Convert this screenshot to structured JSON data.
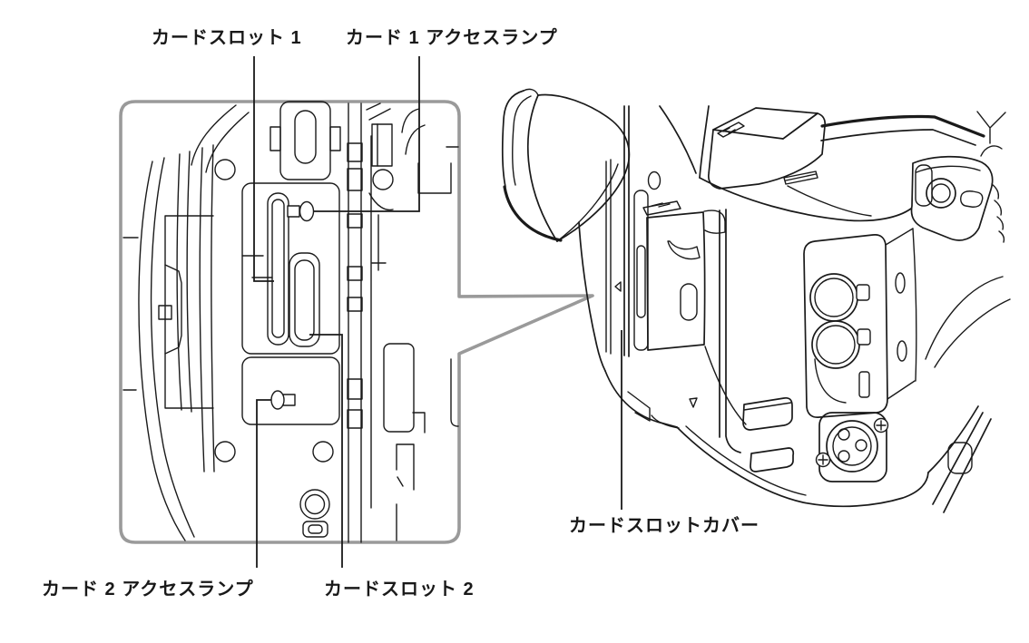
{
  "figure": {
    "background_color": "#ffffff",
    "line_color": "#1a1a1a",
    "callout_box_color": "#9a9a9a",
    "callouts": {
      "card_slot_1": "カードスロット 1",
      "card_1_access_lamp": "カード 1 アクセスランプ",
      "card_2_access_lamp": "カード 2 アクセスランプ",
      "card_slot_2": "カードスロット 2",
      "card_slot_cover": "カードスロットカバー"
    }
  }
}
